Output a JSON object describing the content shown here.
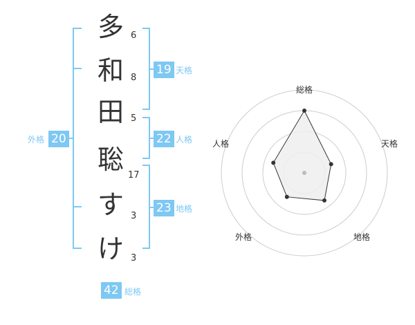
{
  "name": {
    "chars": [
      "多",
      "和",
      "田",
      "聡",
      "す",
      "け"
    ],
    "strokes": [
      "6",
      "8",
      "5",
      "17",
      "3",
      "3"
    ]
  },
  "kakusu": {
    "tenkaku": {
      "value": "19",
      "label": "天格"
    },
    "jinkaku": {
      "value": "22",
      "label": "人格"
    },
    "chikaku": {
      "value": "23",
      "label": "地格"
    },
    "gaikaku": {
      "value": "20",
      "label": "外格"
    },
    "soukaku": {
      "value": "42",
      "label": "総格"
    }
  },
  "chart_data": {
    "type": "radar",
    "axes": [
      "総格",
      "天格",
      "地格",
      "外格",
      "人格"
    ],
    "values": [
      42,
      19,
      23,
      20,
      22
    ],
    "rings": 4,
    "colors": {
      "polygon_fill": "#eeeeee",
      "polygon_stroke": "#333333",
      "ring_stroke": "#cccccc",
      "point": "#333333",
      "center": "#bbbbbb"
    }
  },
  "colors": {
    "accent": "#7ec8f3",
    "text": "#333333"
  }
}
